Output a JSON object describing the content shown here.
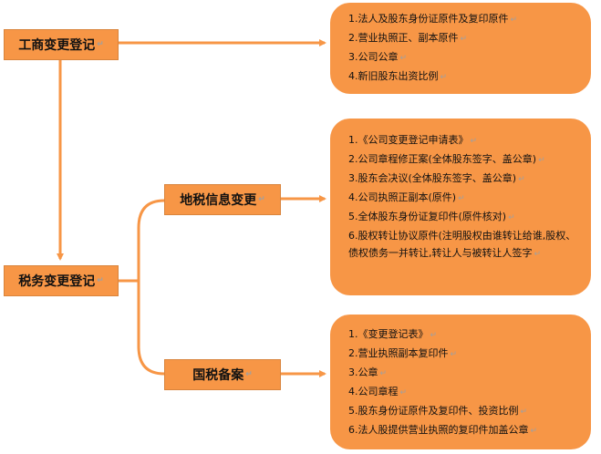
{
  "nodes": {
    "gongshang": "工商变更登记",
    "shuiwu": "税务变更登记",
    "dishui": "地税信息变更",
    "guoshui": "国税备案"
  },
  "lists": {
    "gongshang": [
      "1.法人及股东身份证原件及复印原件",
      "2.营业执照正、副本原件",
      "3.公司公章",
      "4.新旧股东出资比例"
    ],
    "dishui": [
      "1.《公司变更登记申请表》",
      "2.公司章程修正案(全体股东签字、盖公章)",
      "3.股东会决议(全体股东签字、盖公章)",
      "4.公司执照正副本(原件)",
      "5.全体股东身份证复印件(原件核对)",
      "6.股权转让协议原件(注明股权由谁转让给谁,股权、债权债务一并转让,转让人与被转让人签字"
    ],
    "guoshui": [
      "1.《变更登记表》",
      "2.营业执照副本复印件",
      "3.公章",
      "4.公司章程",
      "5.股东身份证原件及复印件、投资比例",
      "6.法人股提供营业执照的复印件加盖公章"
    ]
  },
  "para_mark": "↵",
  "colors": {
    "box": "#f79646",
    "line": "#f79646"
  }
}
